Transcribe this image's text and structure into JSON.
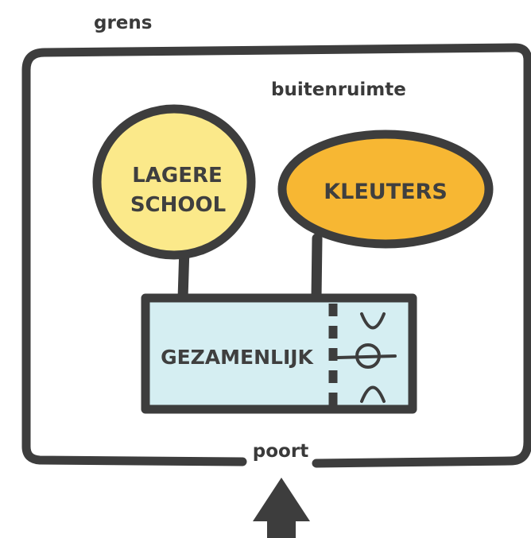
{
  "labels": {
    "boundary": "grens",
    "outdoor": "buitenruimte",
    "gate": "poort"
  },
  "zones": {
    "primary_school": {
      "lines": [
        "LAGERE",
        "SCHOOL"
      ]
    },
    "kindergarten": {
      "label": "KLEUTERS"
    },
    "shared": {
      "label": "GEZAMENLIJK"
    }
  },
  "colors": {
    "stroke": "#3d3d3d",
    "primary_school_fill": "#fbe98a",
    "kindergarten_fill": "#f7b733",
    "shared_fill": "#d5eef2",
    "text": "#3f3f3f",
    "background": "#ffffff"
  }
}
